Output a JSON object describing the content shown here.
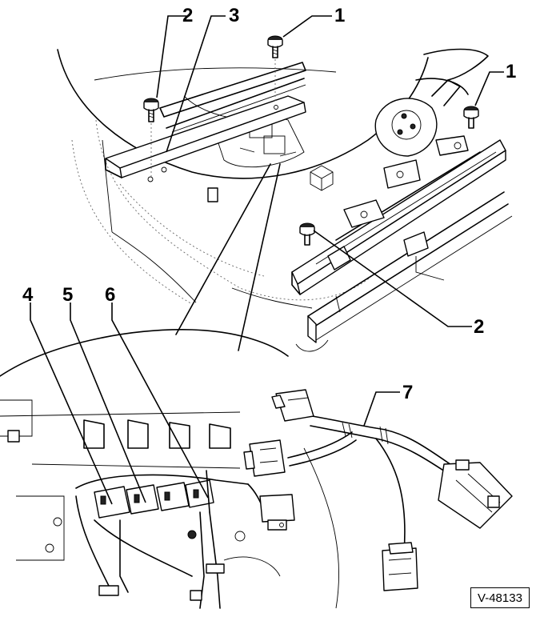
{
  "callouts": {
    "upper_bolt_top": "1",
    "upper_bolt_right": "1",
    "upper_bolt_left": "2",
    "lower_bolt": "2",
    "rail_cover": "3",
    "connector_4": "4",
    "connector_5": "5",
    "connector_6": "6",
    "harness": "7"
  },
  "reference_code": "V-48133"
}
